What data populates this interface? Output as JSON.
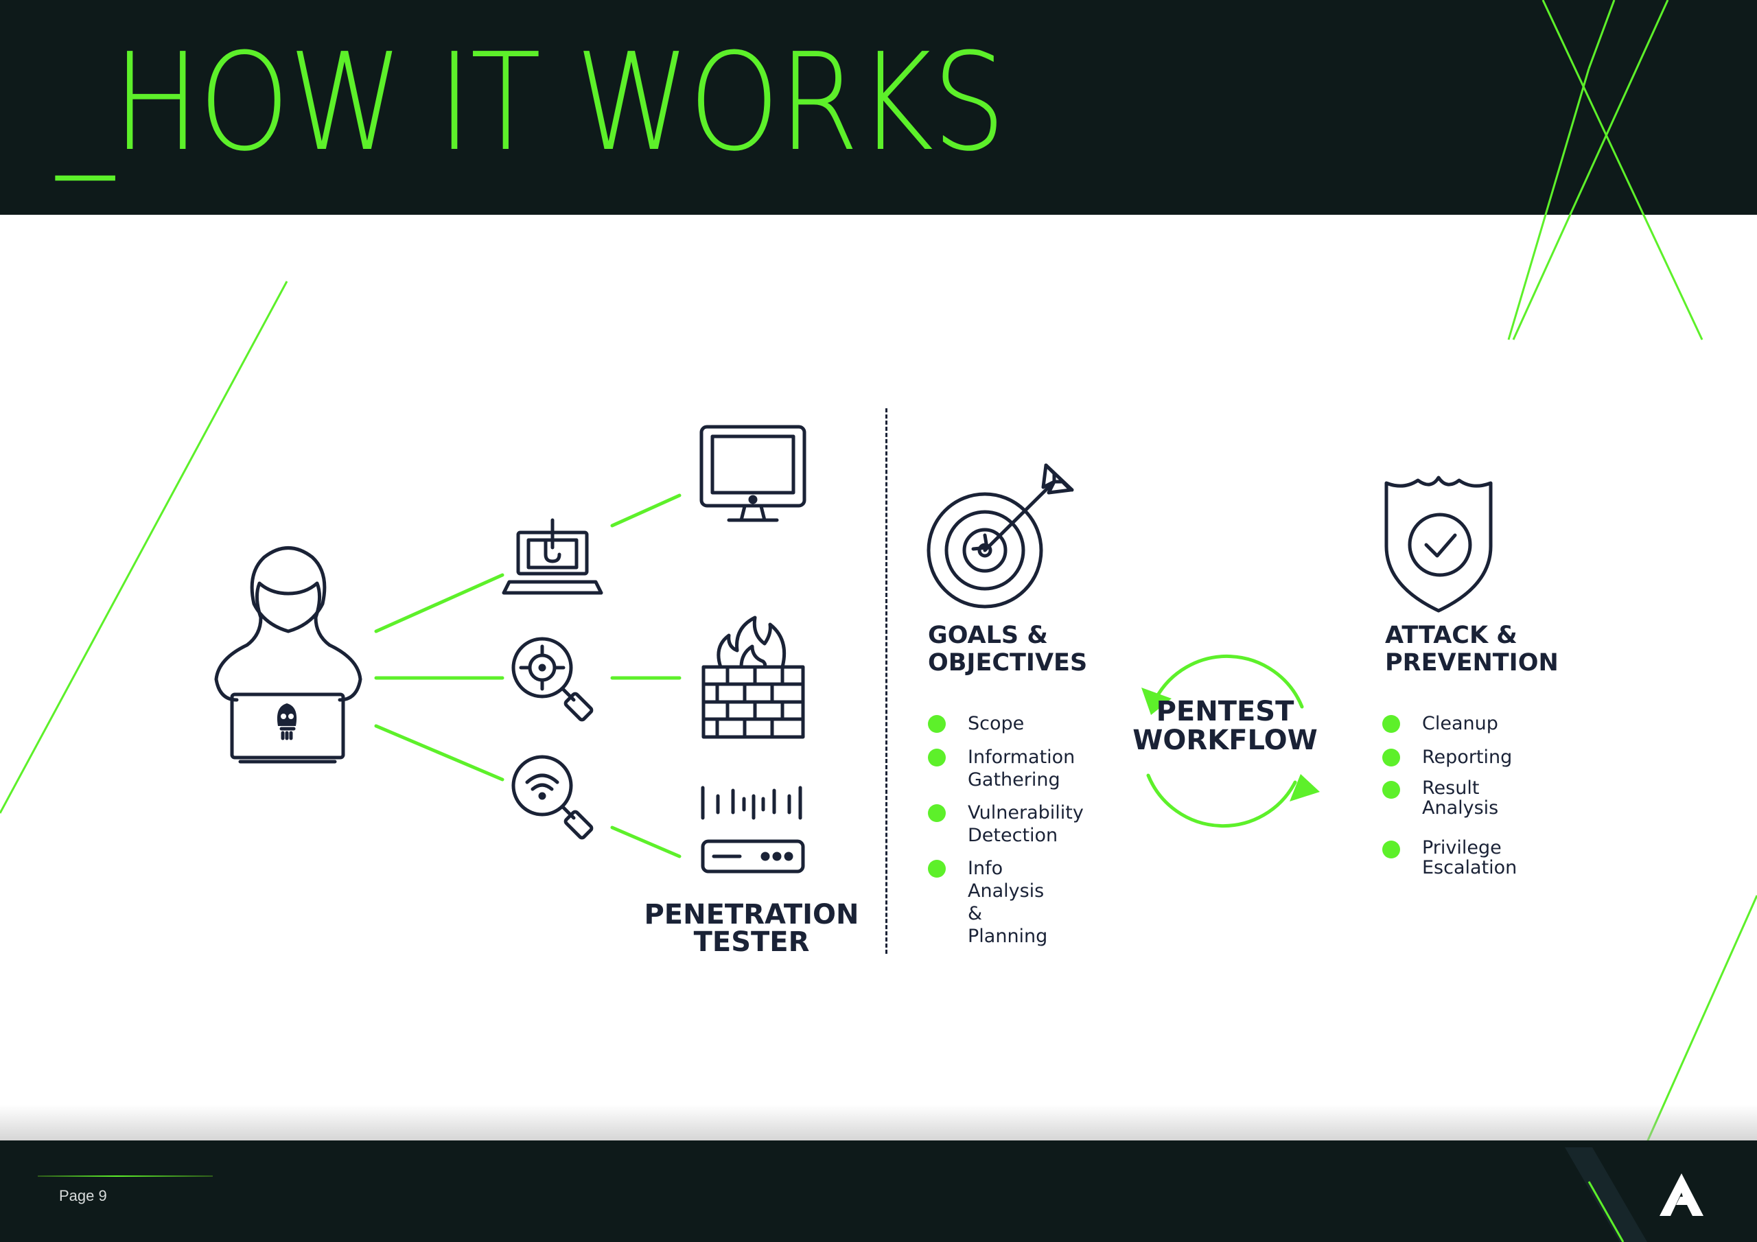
{
  "title": "_HOW IT WORKS",
  "page_label": "Page 9",
  "colors": {
    "accent": "#5df02a",
    "dark": "#0e1a1a",
    "ink": "#1a2236"
  },
  "tester": {
    "label": "PENETRATION\nTESTER"
  },
  "goals": {
    "heading": "GOALS &\nOBJECTIVES",
    "items": [
      "Scope",
      "Information\nGathering",
      "Vulnerability\nDetection",
      "Info Analysis\n& Planning"
    ]
  },
  "workflow": {
    "label": "PENTEST\nWORKFLOW"
  },
  "attack": {
    "heading": "ATTACK &\nPREVENTION",
    "items": [
      "Cleanup",
      "Reporting",
      "Result\nAnalysis",
      "Privilege\nEscalation"
    ]
  },
  "icons": {
    "hacker": "hooded-hacker-icon",
    "laptop_hook": "phishing-laptop-icon",
    "monitor": "desktop-monitor-icon",
    "target_search": "target-magnifier-icon",
    "firewall": "firewall-icon",
    "wifi_search": "wifi-magnifier-icon",
    "router": "router-icon",
    "dartboard": "target-arrow-icon",
    "shield": "shield-check-icon",
    "logo": "brand-logo-icon"
  }
}
